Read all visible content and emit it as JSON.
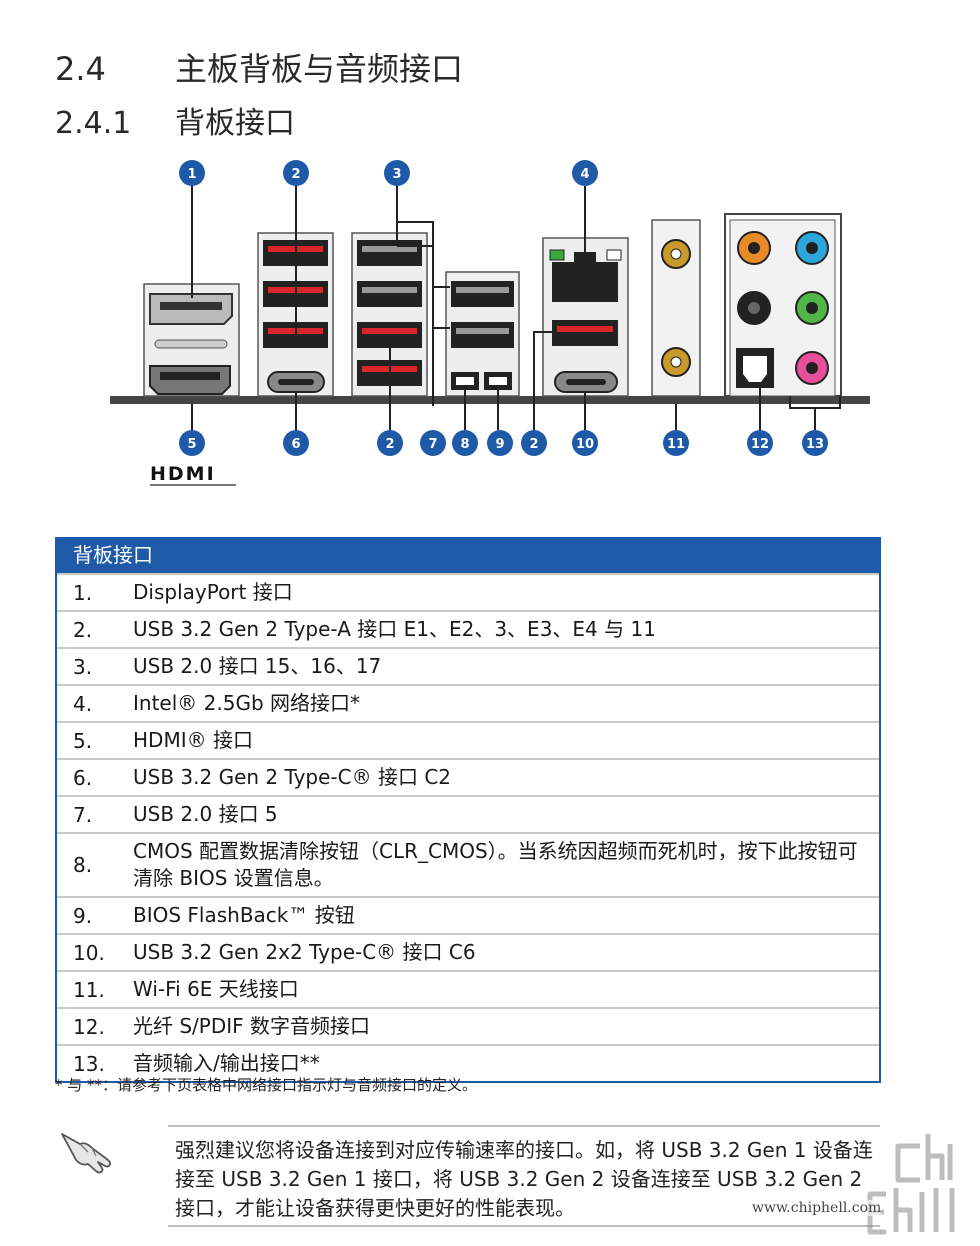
{
  "section": {
    "number": "2.4",
    "title": "主板背板与音频接口"
  },
  "subsection": {
    "number": "2.4.1",
    "title": "背板接口"
  },
  "diagram": {
    "callouts_top": [
      "1",
      "2",
      "3",
      "4"
    ],
    "callouts_bottom": [
      "5",
      "6",
      "2",
      "7",
      "8",
      "9",
      "2",
      "10",
      "11",
      "12",
      "13"
    ],
    "hdmi_logo": "HDMI",
    "colors": {
      "callout": "#1f5aa8",
      "usb_red": "#d8262c",
      "audio_orange": "#e88a2a",
      "audio_blue": "#2aa6d8",
      "audio_green": "#52b548",
      "audio_pink": "#e6509a",
      "wifi_gold": "#c79a2a",
      "lan_green": "#3aa83a"
    }
  },
  "table": {
    "header": "背板接口",
    "rows": [
      {
        "num": "1.",
        "text": "DisplayPort 接口"
      },
      {
        "num": "2.",
        "text": "USB 3.2 Gen 2 Type-A 接口 E1、E2、3、E3、E4 与 11"
      },
      {
        "num": "3.",
        "text": "USB 2.0 接口 15、16、17"
      },
      {
        "num": "4.",
        "text": "Intel® 2.5Gb 网络接口*"
      },
      {
        "num": "5.",
        "text": "HDMI® 接口"
      },
      {
        "num": "6.",
        "text": "USB 3.2 Gen 2 Type-C® 接口 C2"
      },
      {
        "num": "7.",
        "text": "USB 2.0 接口 5"
      },
      {
        "num": "8.",
        "text": "CMOS 配置数据清除按钮（CLR_CMOS）。当系统因超频而死机时，按下此按钮可清除 BIOS 设置信息。"
      },
      {
        "num": "9.",
        "text": "BIOS FlashBack™ 按钮"
      },
      {
        "num": "10.",
        "text": "USB 3.2 Gen 2x2 Type-C® 接口 C6"
      },
      {
        "num": "11.",
        "text": "Wi-Fi 6E 天线接口"
      },
      {
        "num": "12.",
        "text": "光纤 S/PDIF 数字音频接口"
      },
      {
        "num": "13.",
        "text": "音频输入/输出接口**"
      }
    ]
  },
  "footnote": "* 与 **：请参考下页表格中网络接口指示灯与音频接口的定义。",
  "note": {
    "icon": "hand-pointing-icon",
    "text": "强烈建议您将设备连接到对应传输速率的接口。如，将 USB 3.2 Gen 1 设备连接至 USB 3.2 Gen 1 接口，将 USB 3.2 Gen 2 设备连接至 USB 3.2 Gen 2 接口，才能让设备获得更快更好的性能表现。"
  },
  "watermark": {
    "url": "www.chiphell.com"
  }
}
